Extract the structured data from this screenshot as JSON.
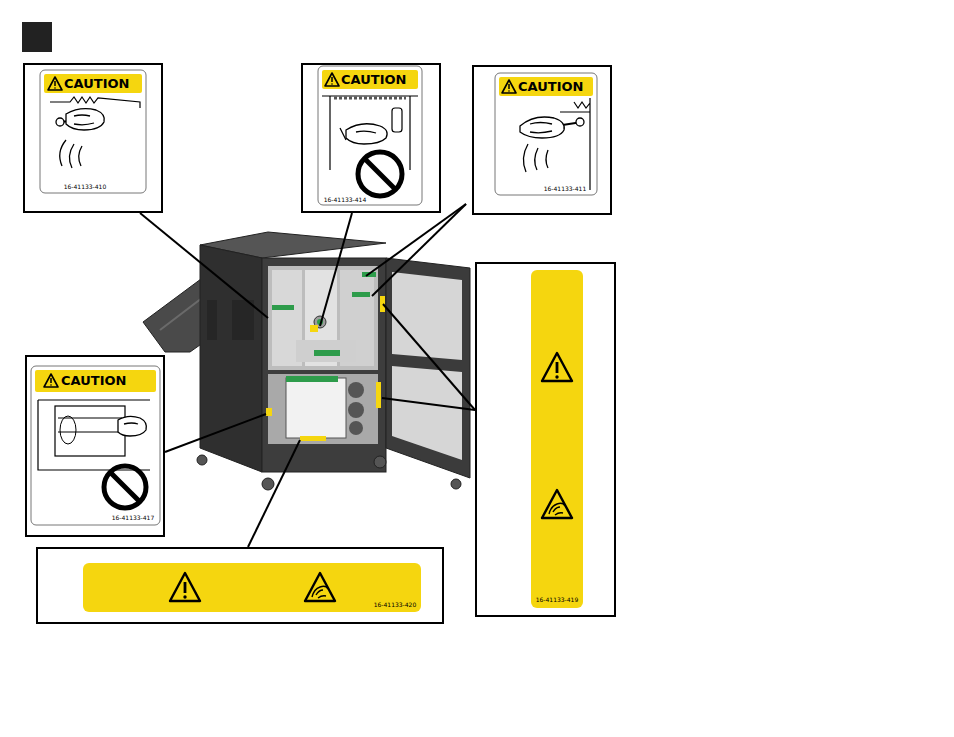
{
  "diagram": {
    "nodes": [
      {
        "text": [
          "CAUTION",
          "16-41133-410"
        ]
      },
      {
        "text": [
          "CAUTION",
          "16-41133-414"
        ]
      },
      {
        "text": [
          "CAUTION",
          "16-41133-411"
        ]
      },
      {
        "text": [
          "16-41133-419"
        ]
      },
      {
        "text": [
          "CAUTION",
          "16-41133-417"
        ]
      },
      {
        "text": [
          "16-41133-420"
        ]
      }
    ]
  }
}
